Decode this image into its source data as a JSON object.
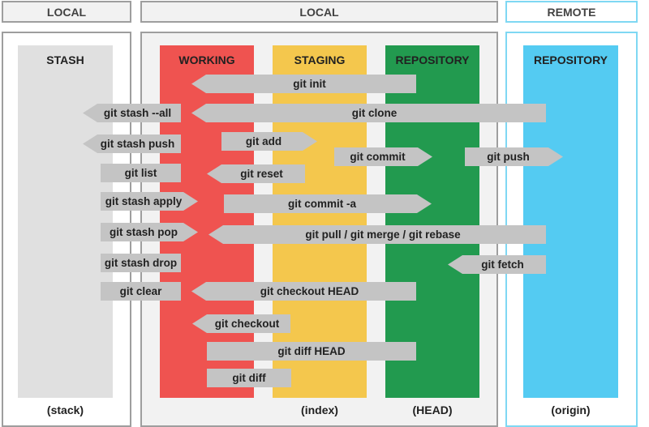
{
  "headers": [
    {
      "label": "LOCAL",
      "variant": "local"
    },
    {
      "label": "LOCAL",
      "variant": "local"
    },
    {
      "label": "REMOTE",
      "variant": "remote"
    }
  ],
  "columns": [
    {
      "title": "STASH",
      "footer": "(stack)",
      "color": "#e0e0e0"
    },
    {
      "title": "WORKING",
      "footer": "",
      "color": "#ef5350"
    },
    {
      "title": "STAGING",
      "footer": "(index)",
      "color": "#f4c74d"
    },
    {
      "title": "REPOSITORY",
      "footer": "(HEAD)",
      "color": "#229a4f"
    },
    {
      "title": "REPOSITORY",
      "footer": "(origin)",
      "color": "#54cbf2"
    }
  ],
  "commands": [
    {
      "label": "git init",
      "direction": "left"
    },
    {
      "label": "git stash --all",
      "direction": "left"
    },
    {
      "label": "git clone",
      "direction": "left"
    },
    {
      "label": "git stash push",
      "direction": "left"
    },
    {
      "label": "git add",
      "direction": "right"
    },
    {
      "label": "git commit",
      "direction": "right"
    },
    {
      "label": "git push",
      "direction": "right"
    },
    {
      "label": "git list",
      "direction": "none"
    },
    {
      "label": "git reset",
      "direction": "left"
    },
    {
      "label": "git stash apply",
      "direction": "right"
    },
    {
      "label": "git commit -a",
      "direction": "right"
    },
    {
      "label": "git stash pop",
      "direction": "right"
    },
    {
      "label": "git pull / git merge / git rebase",
      "direction": "left"
    },
    {
      "label": "git stash drop",
      "direction": "none"
    },
    {
      "label": "git fetch",
      "direction": "left"
    },
    {
      "label": "git clear",
      "direction": "none"
    },
    {
      "label": "git checkout HEAD",
      "direction": "left"
    },
    {
      "label": "git checkout",
      "direction": "left"
    },
    {
      "label": "git diff HEAD",
      "direction": "none"
    },
    {
      "label": "git diff",
      "direction": "none"
    }
  ]
}
